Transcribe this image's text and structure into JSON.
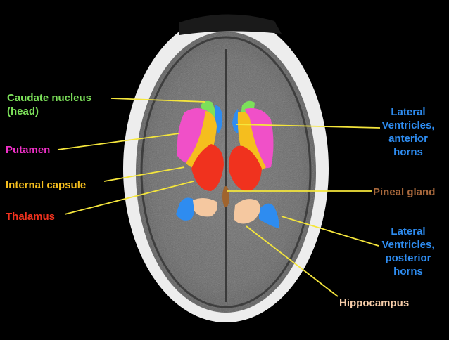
{
  "diagram": {
    "labels": {
      "caudate": {
        "line1": "Caudate nucleus",
        "line2": "(head)",
        "color": "#7CE05A"
      },
      "putamen": {
        "text": "Putamen",
        "color": "#F030C8"
      },
      "internal_capsule": {
        "text": "Internal capsule",
        "color": "#F5BE1E"
      },
      "thalamus": {
        "text": "Thalamus",
        "color": "#F0321E"
      },
      "lateral_anterior": {
        "line1": "Lateral",
        "line2": "Ventricles,",
        "line3": "anterior",
        "line4": "horns",
        "color": "#2E8CF0"
      },
      "pineal": {
        "text": "Pineal gland",
        "color": "#A8683C"
      },
      "lateral_posterior": {
        "line1": "Lateral",
        "line2": "Ventricles,",
        "line3": "posterior",
        "line4": "horns",
        "color": "#2E8CF0"
      },
      "hippocampus": {
        "text": "Hippocampus",
        "color": "#F5CCA8"
      }
    },
    "colors": {
      "background": "#000000",
      "skull": "#F2F2F2",
      "brain": "#6E6E6E",
      "pointer_line": "#F5E63C",
      "caudate": "#7CE05A",
      "putamen": "#F050C8",
      "internal_capsule": "#F5BE1E",
      "thalamus": "#F0321E",
      "ventricle": "#2E8CF0",
      "pineal": "#A0642E",
      "hippocampus": "#F5C8A0"
    }
  }
}
